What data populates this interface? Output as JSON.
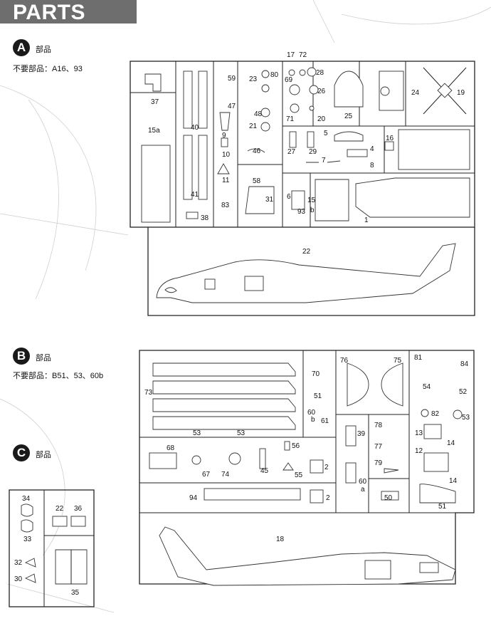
{
  "header": {
    "title": "PARTS"
  },
  "sections": [
    {
      "badge": "A",
      "name": "部品",
      "unused": "不要部品：A16、93"
    },
    {
      "badge": "B",
      "name": "部品",
      "unused": "不要部品：B51、53、60b"
    },
    {
      "badge": "C",
      "name": "部品"
    }
  ],
  "sprue_a": {
    "labels": [
      "37",
      "15a",
      "40",
      "41",
      "38",
      "59",
      "47",
      "9",
      "10",
      "11",
      "83",
      "23",
      "80",
      "48",
      "21",
      "46",
      "58",
      "31",
      "17",
      "72",
      "69",
      "28",
      "26",
      "71",
      "20",
      "25",
      "24",
      "19",
      "5",
      "4",
      "27",
      "29",
      "7",
      "8",
      "16",
      "6",
      "15",
      "b",
      "93",
      "1",
      "22"
    ]
  },
  "sprue_b": {
    "labels": [
      "73",
      "53",
      "53",
      "70",
      "51",
      "60",
      "b",
      "61",
      "76",
      "75",
      "81",
      "84",
      "54",
      "52",
      "82",
      "53",
      "39",
      "78",
      "77",
      "13",
      "14",
      "12",
      "79",
      "60",
      "a",
      "50",
      "51",
      "14",
      "68",
      "67",
      "74",
      "45",
      "56",
      "55",
      "2",
      "94",
      "2",
      "18"
    ]
  },
  "sprue_c": {
    "labels": [
      "34",
      "22",
      "36",
      "33",
      "32",
      "30",
      "35"
    ]
  }
}
